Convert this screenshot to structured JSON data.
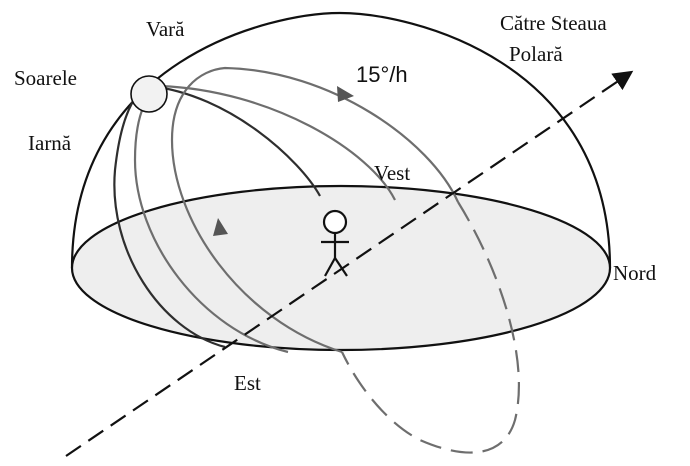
{
  "labels": {
    "summer": "Vară",
    "sun": "Soarele",
    "winter": "Iarnă",
    "polaris_line1": "Către Steaua",
    "polaris_line2": "Polară",
    "rate": "15°/h",
    "west": "Vest",
    "north": "Nord",
    "east": "Est"
  },
  "colors": {
    "outline": "#111111",
    "sun_paths": "#6e6e6e",
    "horizon_fill": "#eeeeee",
    "sun_fill": "#f2f2f2"
  },
  "icons": {
    "observer": "stick-figure",
    "sun": "circle"
  }
}
